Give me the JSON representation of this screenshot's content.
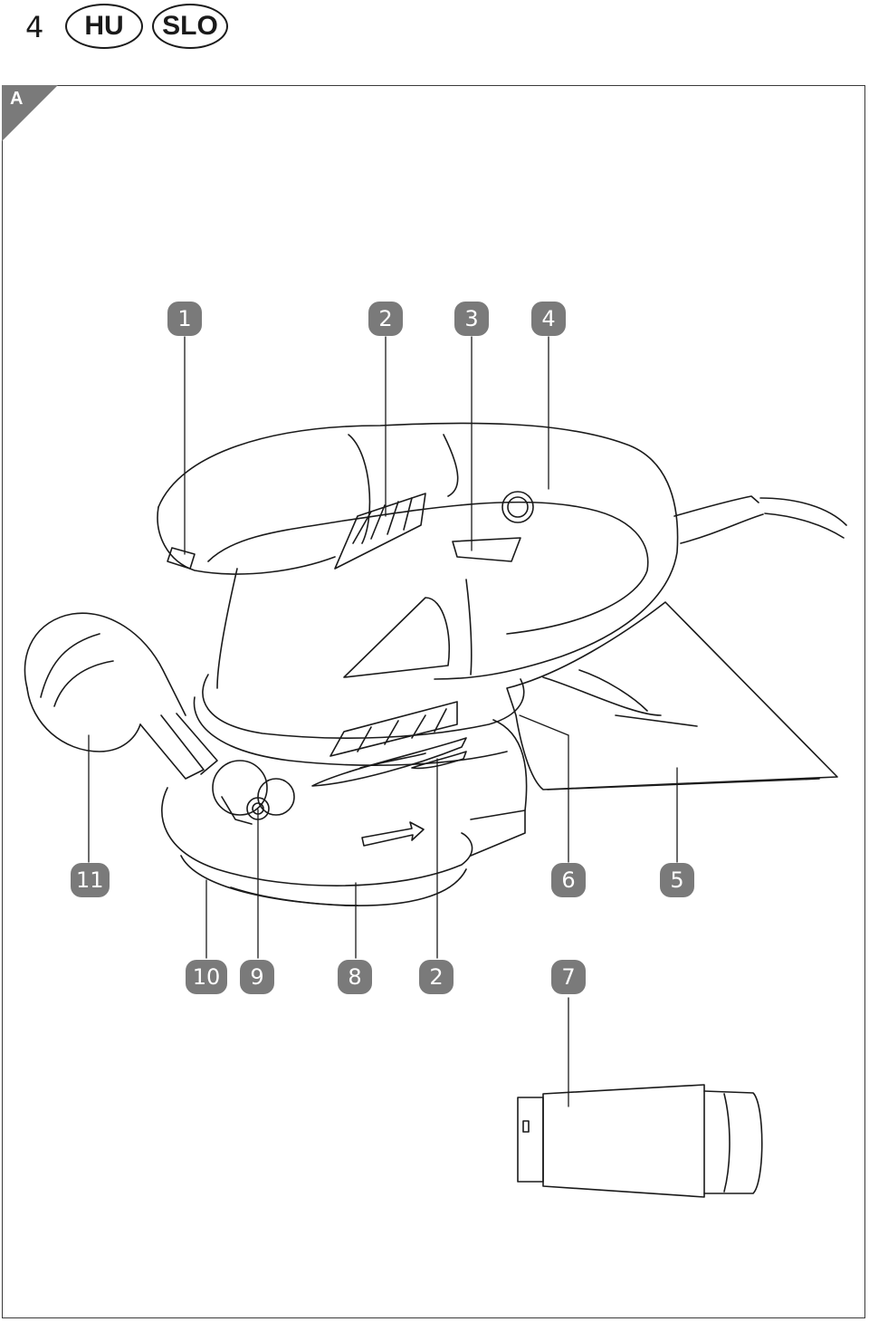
{
  "header": {
    "page_number": "4",
    "languages": [
      "HU",
      "SLO"
    ]
  },
  "figure": {
    "label": "A",
    "callouts": {
      "c1": "1",
      "c2": "2",
      "c3": "3",
      "c4": "4",
      "c11": "11",
      "c6": "6",
      "c5": "5",
      "c10": "10",
      "c9": "9",
      "c8": "8",
      "c2b": "2",
      "c7": "7"
    }
  },
  "colors": {
    "callout_bg": "#7a7a7a",
    "line": "#1a1a1a"
  }
}
